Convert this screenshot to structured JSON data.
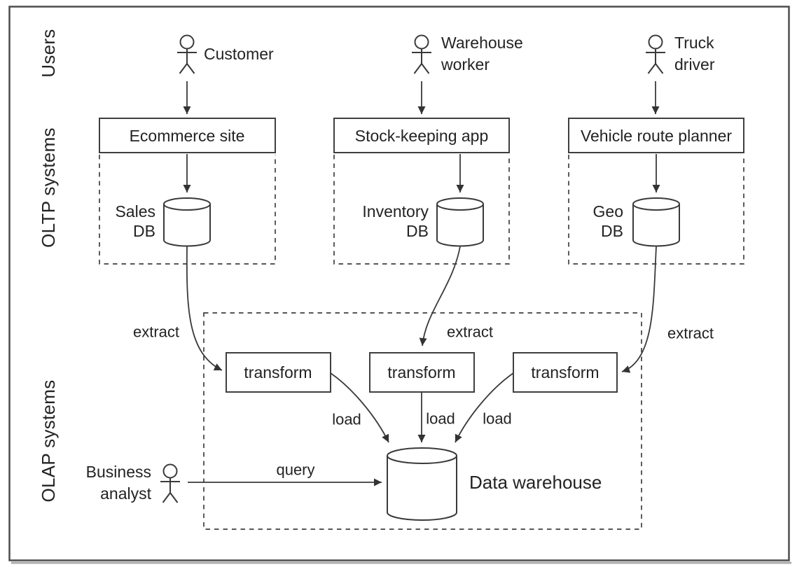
{
  "figure": {
    "type": "ETL data-warehousing architecture diagram",
    "colors": {
      "background": "#ffffff",
      "line": "#3a3a3a",
      "text": "#232323",
      "frame": "#4d4d4d"
    }
  },
  "lanes": {
    "users": "Users",
    "oltp": "OLTP systems",
    "olap": "OLAP systems"
  },
  "actors": {
    "customer": {
      "label": "Customer"
    },
    "warehouse_worker": {
      "line1": "Warehouse",
      "line2": "worker"
    },
    "truck_driver": {
      "line1": "Truck",
      "line2": "driver"
    },
    "business_analyst": {
      "line1": "Business",
      "line2": "analyst"
    }
  },
  "apps": {
    "ecommerce": "Ecommerce site",
    "stock_keeping": "Stock-keeping app",
    "route_planner": "Vehicle route planner"
  },
  "databases": {
    "sales": {
      "line1": "Sales",
      "line2": "DB"
    },
    "inventory": {
      "line1": "Inventory",
      "line2": "DB"
    },
    "geo": {
      "line1": "Geo",
      "line2": "DB"
    },
    "warehouse": "Data warehouse"
  },
  "etl": {
    "transform1": "transform",
    "transform2": "transform",
    "transform3": "transform",
    "extract1": "extract",
    "extract2": "extract",
    "extract3": "extract",
    "load1": "load",
    "load2": "load",
    "load3": "load",
    "query": "query"
  }
}
